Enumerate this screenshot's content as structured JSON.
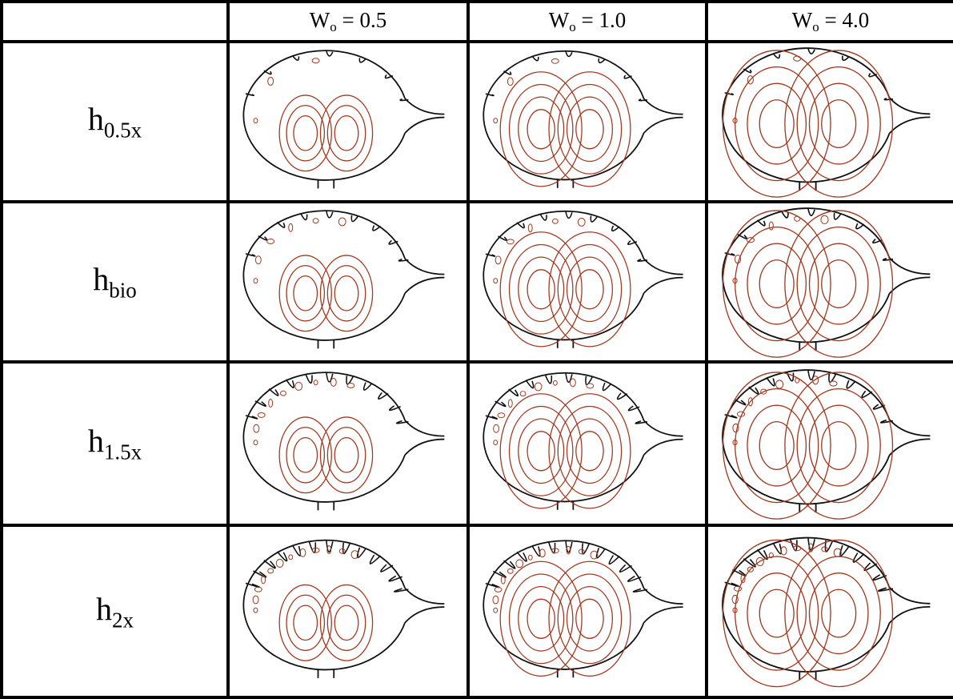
{
  "corner": "",
  "columns": [
    {
      "base": "W",
      "sub": "o",
      "rest": " = 0.5"
    },
    {
      "base": "W",
      "sub": "o",
      "rest": " = 1.0"
    },
    {
      "base": "W",
      "sub": "o",
      "rest": " = 4.0"
    }
  ],
  "rows": [
    {
      "base": "h",
      "sub": "0.5x"
    },
    {
      "base": "h",
      "sub": "bio"
    },
    {
      "base": "h",
      "sub": "1.5x"
    },
    {
      "base": "h",
      "sub": "2x"
    }
  ],
  "colors": {
    "outline": "#111111",
    "contour": "#a0391f"
  }
}
